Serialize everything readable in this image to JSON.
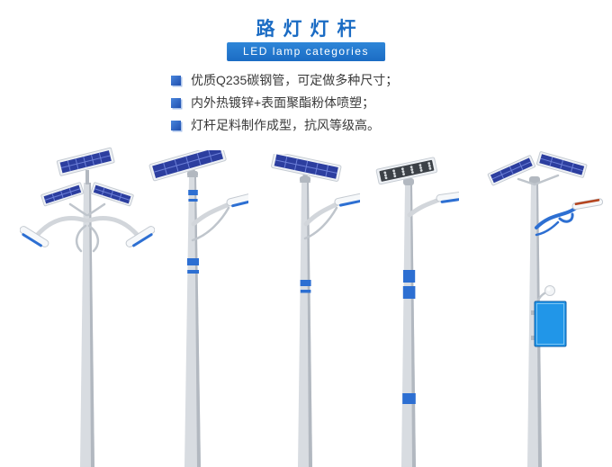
{
  "header": {
    "title": "路灯灯杆",
    "subtitle": "LED lamp categories"
  },
  "features": [
    "优质Q235碳钢管，可定做多种尺寸；",
    "内外热镀锌+表面聚酯粉体喷塑；",
    "灯杆足料制作成型，抗风等级高。"
  ],
  "poles": [
    "double-arm-multi-solar-panel-pole",
    "single-arm-solar-pole",
    "single-arm-solar-pole-tall",
    "led-dot-panel-single-arm-pole",
    "dual-panel-swirl-arm-pole-with-sign"
  ],
  "colors": {
    "accent_blue": "#1b6cc4",
    "text_dark": "#3a3a3a",
    "panel_blue": "#2c3e9f",
    "panel_grid": "#6d80d8",
    "panel_frame": "#eef1f5",
    "pole_gray": "#d8dce1",
    "pole_edge": "#b2b8c0",
    "band_blue": "#2d6fd2",
    "sign_blue": "#2196e8",
    "lamp_white": "#f6f8fa",
    "lamp_trim": "#c4cad1",
    "led_dark": "#3c4147",
    "lamp_red": "#b5451f"
  }
}
